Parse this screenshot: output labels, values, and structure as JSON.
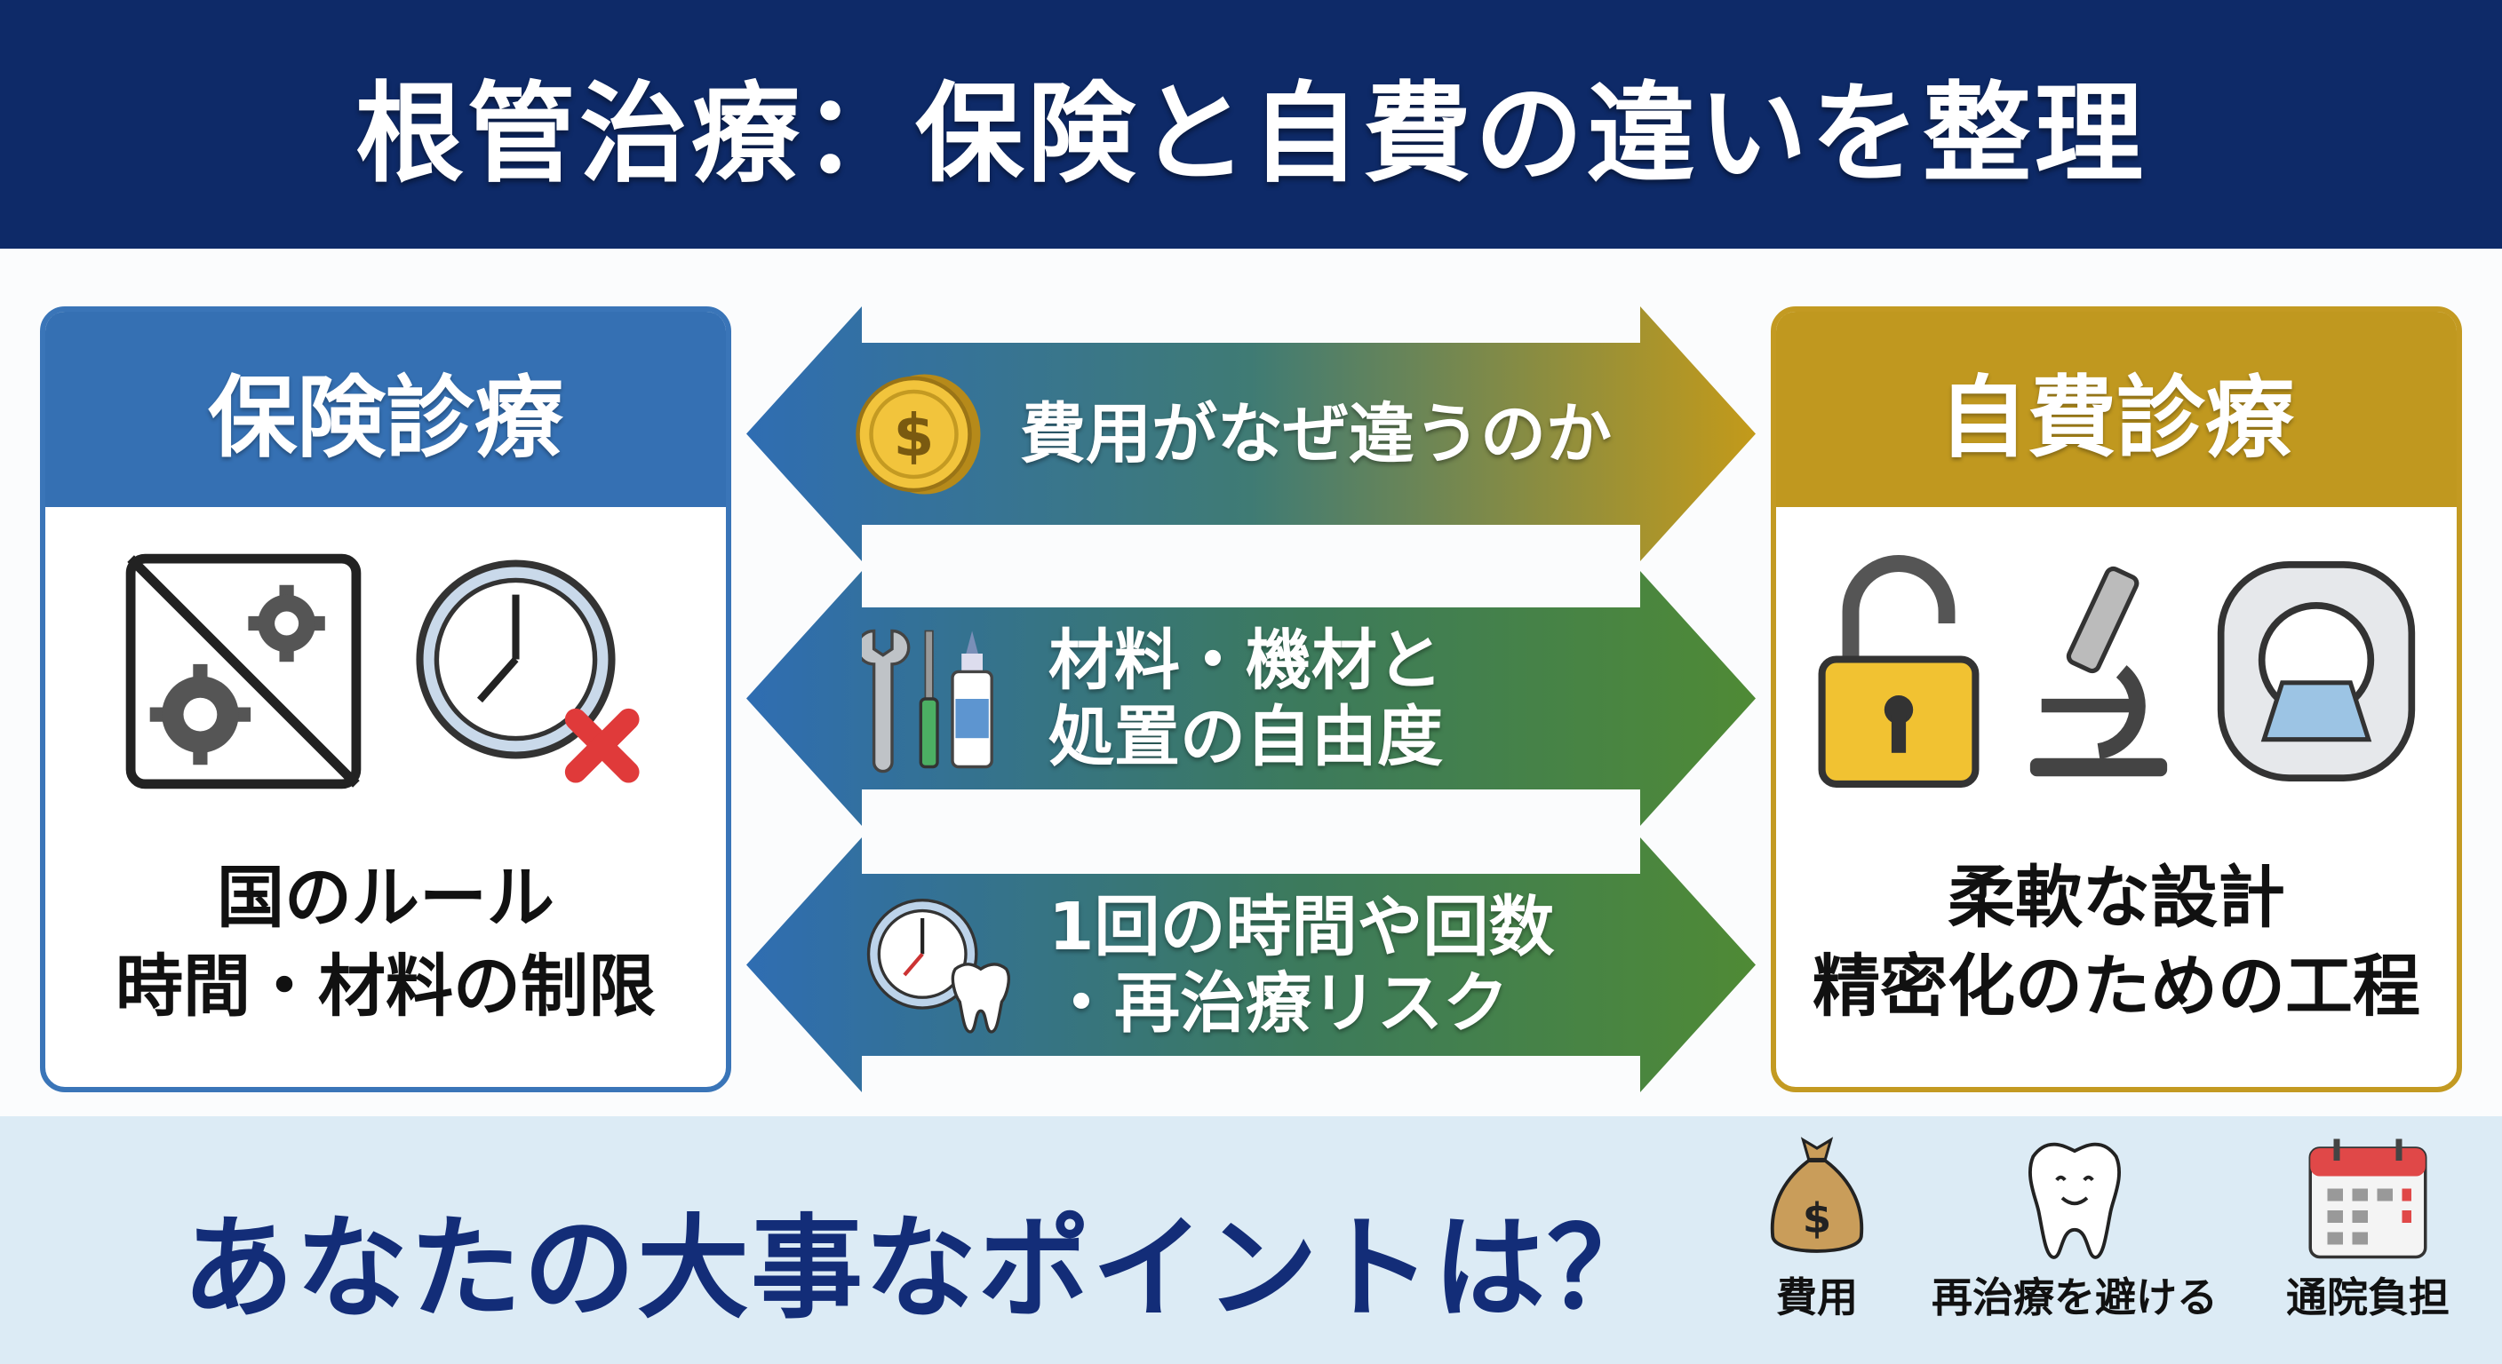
{
  "title": "根管治療：保険と自費の違いを整理",
  "left_card": {
    "heading": "保険診療",
    "lines": [
      "国のルール",
      "時間・材料の制限"
    ],
    "icons": [
      "no-gear-icon",
      "clock-cross-icon"
    ]
  },
  "right_card": {
    "heading": "自費診療",
    "lines": [
      "柔軟な設計",
      "精密化のための工程"
    ],
    "icons": [
      "unlocked-padlock-icon",
      "microscope-icon",
      "ct-scanner-icon"
    ]
  },
  "arrows": [
    {
      "lines": [
        "費用がなぜ違うのか"
      ],
      "icon": "coin-icon"
    },
    {
      "lines": [
        "材料・機材と",
        "処置の自由度"
      ],
      "icon": "tools-icon"
    },
    {
      "lines": [
        "1回の時間や回数",
        "・再治療リスク"
      ],
      "icon": "clock-tooth-icon"
    }
  ],
  "bottom": {
    "question": "あなたの大事なポイントは？",
    "points": [
      {
        "label": "費用",
        "icon": "money-bag-icon"
      },
      {
        "label": "再治療を避ける",
        "icon": "smiling-tooth-icon"
      },
      {
        "label": "通院負担",
        "icon": "calendar-icon"
      }
    ]
  },
  "colors": {
    "navy": "#0e2a68",
    "blue": "#3570b3",
    "gold": "#c0981f",
    "green": "#4f8a35",
    "bottom_bg": "#dcebf5"
  }
}
